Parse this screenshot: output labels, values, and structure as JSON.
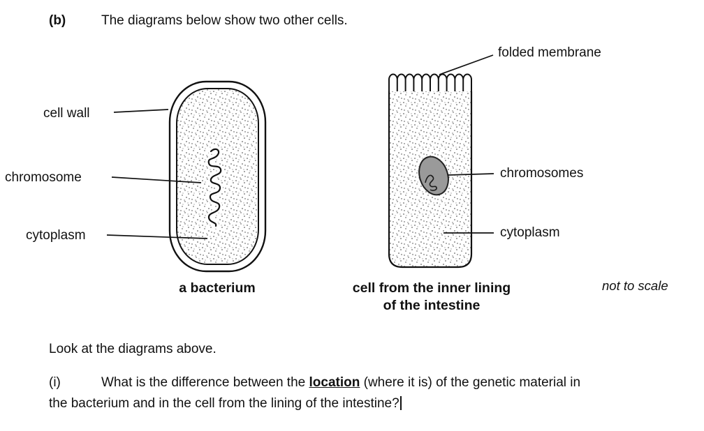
{
  "header": {
    "part_label": "(b)",
    "intro": "The diagrams below show two other cells."
  },
  "bacterium": {
    "caption": "a bacterium",
    "labels": {
      "cell_wall": "cell wall",
      "chromosome": "chromosome",
      "cytoplasm": "cytoplasm"
    }
  },
  "intestine_cell": {
    "caption_line1": "cell from the inner lining",
    "caption_line2": "of the intestine",
    "labels": {
      "folded_membrane": "folded membrane",
      "chromosomes": "chromosomes",
      "cytoplasm": "cytoplasm"
    }
  },
  "notes": {
    "not_to_scale": "not to scale"
  },
  "body_text": {
    "look_text": "Look at the diagrams above."
  },
  "question": {
    "label": "(i)",
    "line1_part1": "What is the difference between the ",
    "line1_bold": "location",
    "line1_part2": " (where it is) of the genetic material in",
    "line2": "the bacterium and in the cell from the lining of the intestine?"
  },
  "colors": {
    "ink": "#111111",
    "nucleus_fill": "#9a9a9a"
  }
}
